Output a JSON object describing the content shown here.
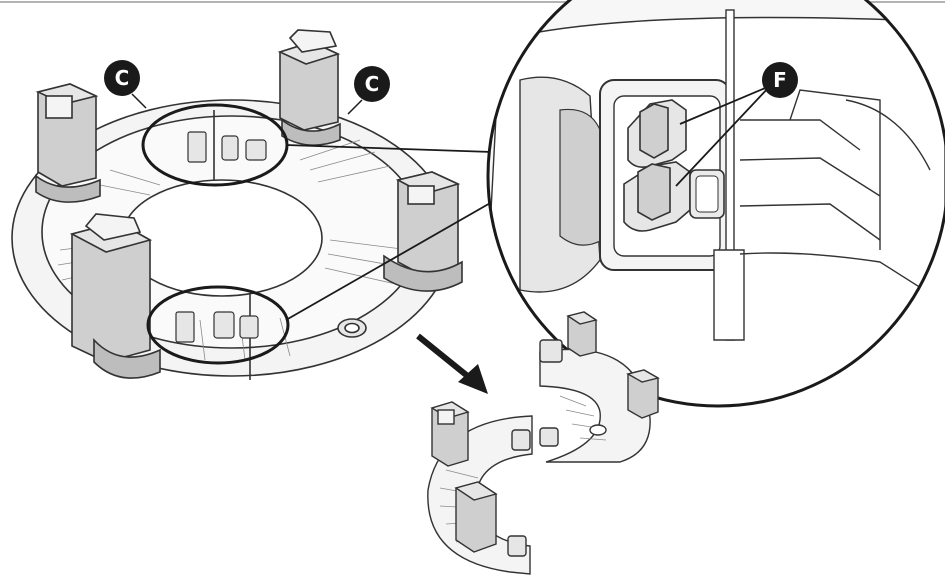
{
  "callouts": {
    "c_left": "C",
    "c_right": "C",
    "f": "F"
  },
  "colors": {
    "ink": "#1a1a1a",
    "line": "#333333",
    "fill_light": "#f4f4f4",
    "fill_mid": "#e6e6e6",
    "fill_dark": "#cfcfcf",
    "background": "#ffffff"
  },
  "icons": {
    "arrow": "arrow-down-right-icon"
  }
}
